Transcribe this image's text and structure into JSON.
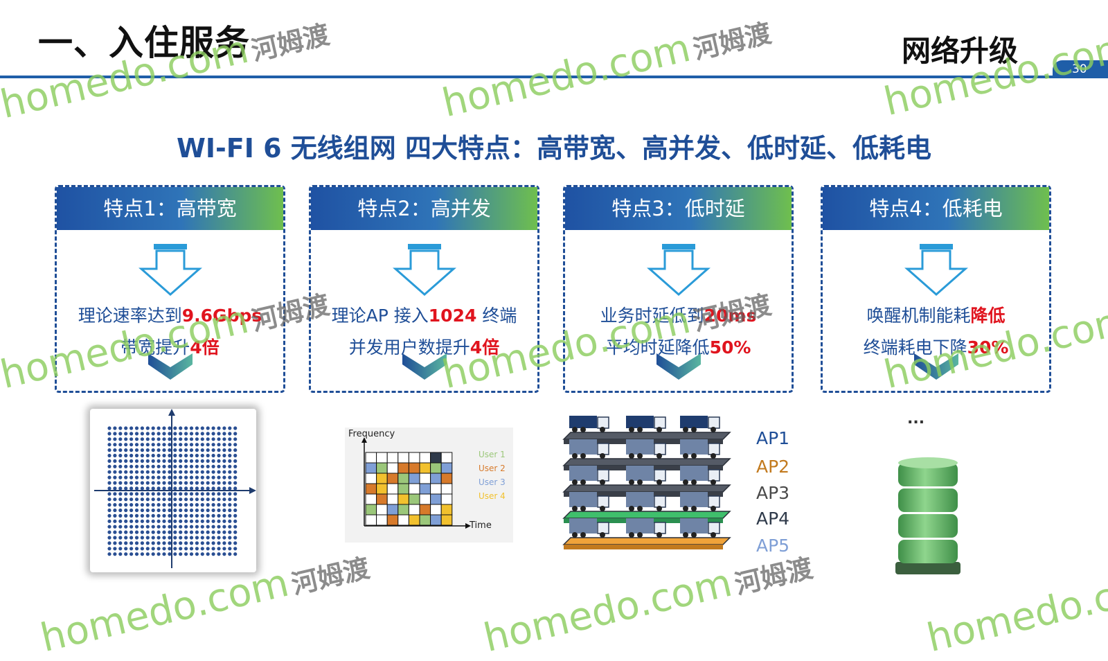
{
  "header": {
    "section_title": "一、入住服务",
    "topic_title": "网络升级",
    "page_number": "30"
  },
  "headline": "WI-FI 6 无线组网 四大特点：高带宽、高并发、低时延、低耗电",
  "features": [
    {
      "title": "特点1：高带宽",
      "line1_prefix": "理论速率达到",
      "line1_highlight": "9.6Gbps",
      "line1_suffix": "",
      "line2_prefix": "带宽提升",
      "line2_highlight": "4倍"
    },
    {
      "title": "特点2：高并发",
      "line1_prefix": "理论AP 接入",
      "line1_highlight": "1024",
      "line1_suffix": " 终端",
      "line2_prefix": "并发用户数提升",
      "line2_highlight": "4倍"
    },
    {
      "title": "特点3：低时延",
      "line1_prefix": "业务时延低到",
      "line1_highlight": "20ms",
      "line1_suffix": "",
      "line2_prefix": "平均时延降低",
      "line2_highlight": "50%"
    },
    {
      "title": "特点4：低耗电",
      "line1_prefix": "唤醒机制能耗",
      "line1_highlight": "降低",
      "line1_suffix": "",
      "line2_prefix": "终端耗电下降",
      "line2_highlight": "30%"
    }
  ],
  "ofdma": {
    "y_label": "Frequency",
    "x_label": "Time",
    "legend": [
      "User 1",
      "User 2",
      "User 3",
      "User 4"
    ],
    "legend_colors": [
      "#9bc77a",
      "#d77a2b",
      "#7f9fd6",
      "#f2c12e"
    ]
  },
  "ap_stack": {
    "labels": [
      "AP1",
      "AP2",
      "AP3",
      "AP4",
      "AP5"
    ],
    "label_colors": [
      "#1f4e97",
      "#c27a1e",
      "#4a4a4a",
      "#2f3a4a",
      "#7f9fd6"
    ]
  },
  "battery": {
    "caption": "..."
  },
  "colors": {
    "brand_blue": "#1f4e97",
    "highlight_red": "#e0141e",
    "header_green": "#6fbf4e"
  },
  "watermark": {
    "brand": "homedo.com",
    "name": "河姆渡"
  }
}
